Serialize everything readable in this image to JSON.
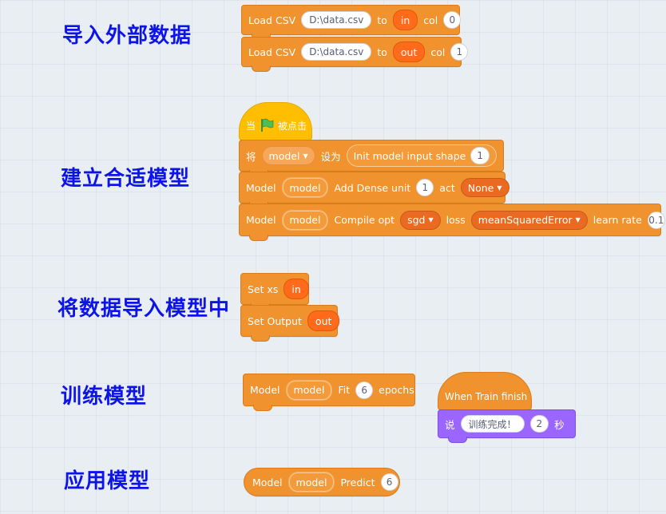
{
  "headings": [
    "导入外部数据",
    "建立合适模型",
    "将数据导入模型中",
    "训练模型",
    "应用模型"
  ],
  "load": [
    {
      "label": "Load CSV",
      "path": "D:\\data.csv",
      "to": "to",
      "var": "in",
      "col_label": "col",
      "col": "0"
    },
    {
      "label": "Load CSV",
      "path": "D:\\data.csv",
      "to": "to",
      "var": "out",
      "col_label": "col",
      "col": "1"
    }
  ],
  "hat": {
    "when": "当",
    "clicked": "被点击"
  },
  "set_var": {
    "set": "将",
    "var": "model",
    "to": "设为",
    "init_label": "Init model input shape",
    "shape": "1"
  },
  "dense": {
    "model_label": "Model",
    "model": "model",
    "label": "Add Dense unit",
    "units": "1",
    "act_label": "act",
    "act": "None"
  },
  "compile": {
    "model_label": "Model",
    "model": "model",
    "label": "Compile opt",
    "opt": "sgd",
    "loss_label": "loss",
    "loss": "meanSquaredError",
    "lr_label": "learn rate",
    "lr": "0.1"
  },
  "set_xs": {
    "label": "Set xs",
    "var": "in"
  },
  "set_out": {
    "label": "Set Output",
    "var": "out"
  },
  "fit": {
    "model_label": "Model",
    "model": "model",
    "label": "Fit",
    "epochs": "6",
    "epochs_label": "epochs"
  },
  "train_finish": {
    "label": "When Train finish"
  },
  "say": {
    "label": "说",
    "text": "训练完成！",
    "secs": "2",
    "secs_label": "秒"
  },
  "predict": {
    "model_label": "Model",
    "model": "model",
    "label": "Predict",
    "value": "6"
  },
  "colors": {
    "orange": "#f0922d",
    "hat_yellow": "#ffbf00",
    "purple": "#9a66ff",
    "heading_blue": "#0d14e8",
    "flag_green": "#4cbf56"
  }
}
